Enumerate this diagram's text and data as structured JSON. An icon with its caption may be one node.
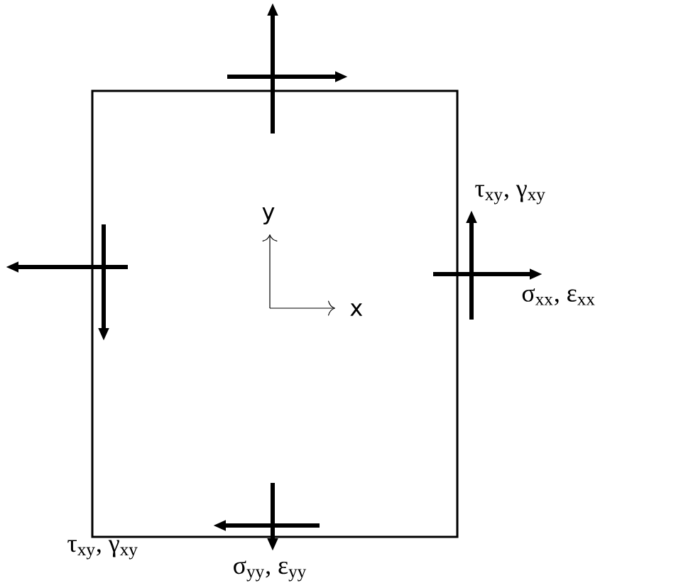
{
  "diagram": {
    "nodes": [
      {
        "text": [],
        "shape": "box"
      }
    ],
    "labels": [
      "y",
      "x",
      "τ$_{xy}$, γ$_{xy}$",
      "σ$_{xx}$, ε$_{xx}$",
      "τ$_{xy}$, γ$_{xy}$",
      "σ$_{yy}$, ε$_{yy}$"
    ]
  }
}
